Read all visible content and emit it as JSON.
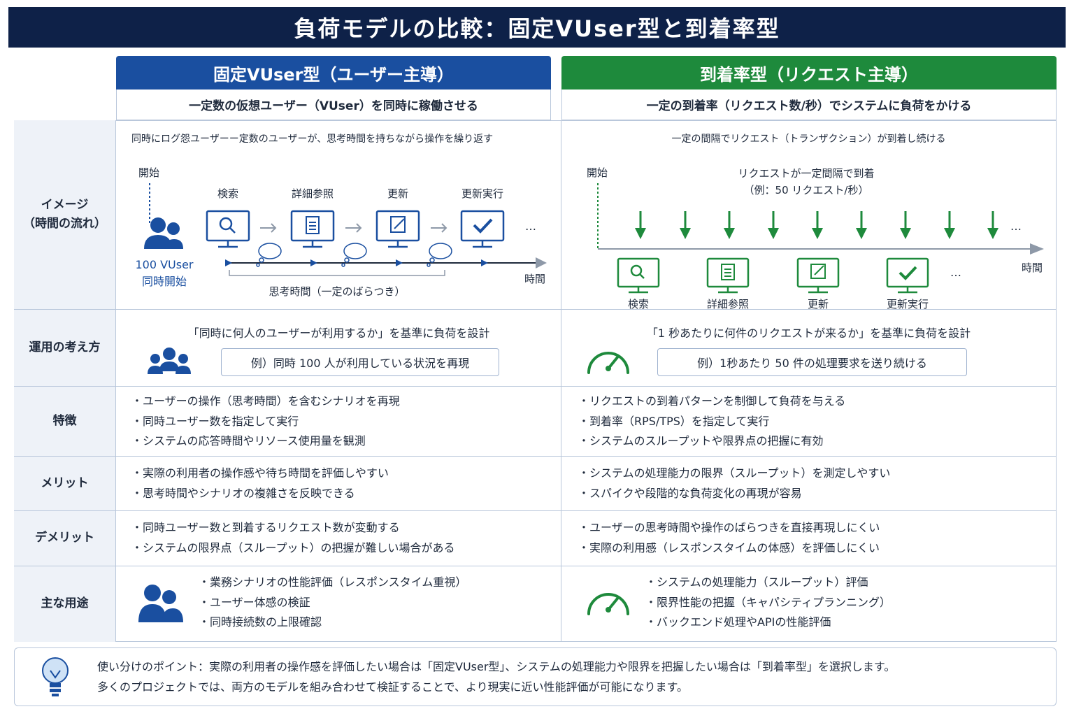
{
  "title": "負荷モデルの比較：固定VUser型と到着率型",
  "colors": {
    "navy": "#0e2148",
    "blue": "#1a4fa0",
    "green": "#1e8a3c"
  },
  "left_col": {
    "header": "固定VUser型（ユーザー主導）",
    "subtitle": "一定数の仮想ユーザー（VUser）を同時に稼働させる"
  },
  "right_col": {
    "header": "到着率型（リクエスト主導）",
    "subtitle": "一定の到着率（リクエスト数/秒）でシステムに負荷をかける"
  },
  "rows": {
    "image": {
      "label_line1": "イメージ",
      "label_line2": "（時間の流れ）",
      "left": {
        "caption": "同時にログ怨ユーザーー定数のユーザーが、思考時間を持ちながら操作を繰り返す",
        "start": "開始",
        "steps": [
          "検索",
          "詳細参照",
          "更新",
          "更新実行"
        ],
        "ellipsis": "…",
        "users_line1": "100 VUser",
        "users_line2": "同時開始",
        "time": "時間",
        "think_time": "思考時間（一定のばらつき）"
      },
      "right": {
        "caption": "一定の間隔でリクエスト（トランザクション）が到着し続ける",
        "start": "開始",
        "arrival_line1": "リクエストが一定間隔で到着",
        "arrival_line2": "（例：50 リクエスト/秒）",
        "ellipsis": "…",
        "time": "時間",
        "steps": [
          "検索",
          "詳細参照",
          "更新",
          "更新実行"
        ],
        "ellipsis2": "…"
      }
    },
    "operation": {
      "label": "運用の考え方",
      "left_text": "「同時に何人のユーザーが利用するか」を基準に負荷を設計",
      "left_example": "例）同時 100 人が利用している状況を再現",
      "right_text": "「1 秒あたりに何件のリクエストが来るか」を基準に負荷を設計",
      "right_example": "例）1秒あたり 50 件の処理要求を送り続ける"
    },
    "features": {
      "label": "特徴",
      "left": [
        "・ユーザーの操作（思考時間）を含むシナリオを再現",
        "・同時ユーザー数を指定して実行",
        "・システムの応答時間やリソース使用量を観測"
      ],
      "right": [
        "・リクエストの到着パターンを制御して負荷を与える",
        "・到着率（RPS/TPS）を指定して実行",
        "・システムのスループットや限界点の把握に有効"
      ]
    },
    "merits": {
      "label": "メリット",
      "left": [
        "・実際の利用者の操作感や待ち時間を評価しやすい",
        "・思考時間やシナリオの複雑さを反映できる"
      ],
      "right": [
        "・システムの処理能力の限界（スループット）を測定しやすい",
        "・スパイクや段階的な負荷変化の再現が容易"
      ]
    },
    "demerits": {
      "label": "デメリット",
      "left": [
        "・同時ユーザー数と到着するリクエスト数が変動する",
        "・システムの限界点（スループット）の把握が難しい場合がある"
      ],
      "right": [
        "・ユーザーの思考時間や操作のばらつきを直接再現しにくい",
        "・実際の利用感（レスポンスタイムの体感）を評価しにくい"
      ]
    },
    "uses": {
      "label": "主な用途",
      "left": [
        "・業務シナリオの性能評価（レスポンスタイム重視）",
        "・ユーザー体感の検証",
        "・同時接続数の上限確認"
      ],
      "right": [
        "・システムの処理能力（スループット）評価",
        "・限界性能の把握（キャパシティプランニング）",
        "・バックエンド処理やAPIの性能評価"
      ]
    }
  },
  "tip": {
    "line1": "使い分けのポイント：実際の利用者の操作感を評価したい場合は「固定VUser型」、システムの処理能力や限界を把握したい場合は「到着率型」を選択します。",
    "line2": "多くのプロジェクトでは、両方のモデルを組み合わせて検証することで、より現実に近い性能評価が可能になります。"
  }
}
